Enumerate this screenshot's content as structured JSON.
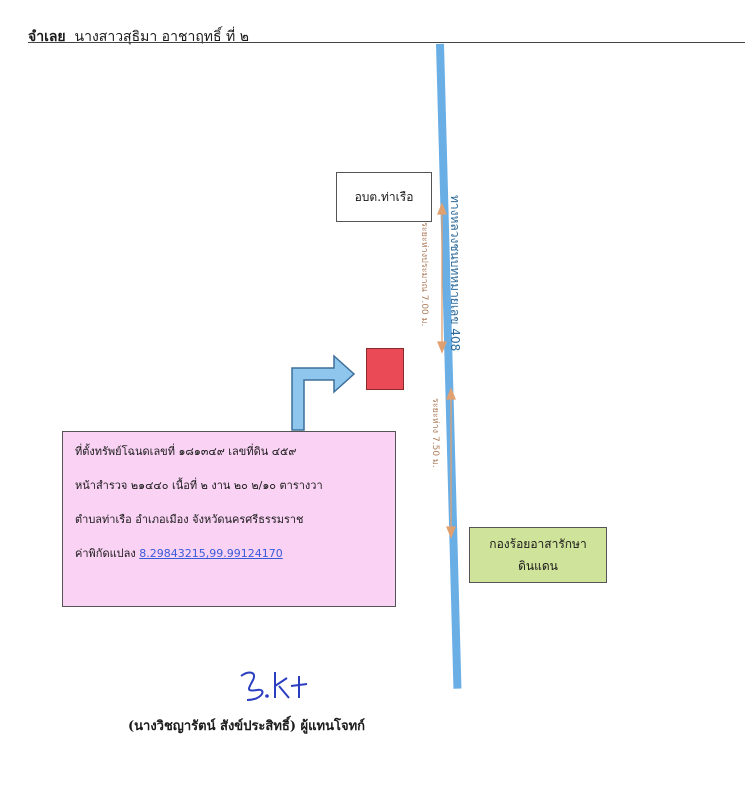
{
  "header": {
    "label": "จำเลย",
    "name": "นางสาวสุธิมา  อาชาฤทธิ์ ที่ ๒"
  },
  "road": {
    "label": "ทางหลวงชนบทหมายเลข 408",
    "color": "#6aaee6"
  },
  "landmarks": {
    "obt": "อบต.ท่าเรือ",
    "army_line1": "กองร้อยอาสารักษา",
    "army_line2": "ดินแดน"
  },
  "distances": {
    "upper": "ระยะห่างประมาณ 7.00 ม.",
    "lower": "ระยะห่าง 7.50 ม."
  },
  "property": {
    "line1": "ที่ตั้งทรัพย์โฉนดเลขที่  ๑๘๑๓๔๙  เลขที่ดิน  ๔๕๙",
    "line2": "หน้าสำรวจ  ๒๑๔๔๐  เนื้อที่ ๒ งาน ๒๐ ๒/๑๐  ตารางวา",
    "line3": "ตำบลท่าเรือ  อำเภอเมือง  จังหวัดนครศรีธรรมราช",
    "coord_label": "ค่าพิกัดแปลง",
    "coord_value": "8.29843215,99.99124170",
    "marker_color": "#ea4a56"
  },
  "footer": {
    "signer": "(นางวิชญารัตน์  สังข์ประสิทธิ์) ผู้แทนโจทก์"
  }
}
